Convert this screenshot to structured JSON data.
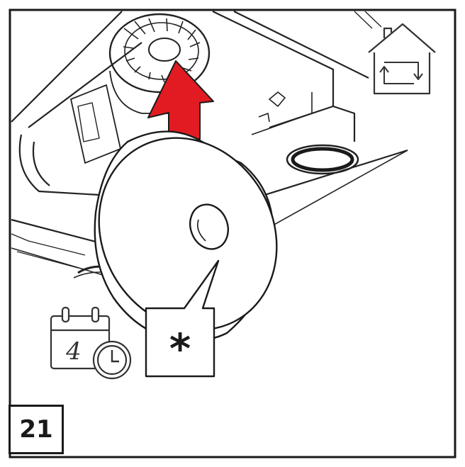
{
  "step": {
    "number": "21"
  },
  "note": {
    "symbol": "*"
  },
  "calendar": {
    "months": "4"
  },
  "icons": {
    "house": "house-recirculation-icon",
    "calendar": "calendar-icon",
    "clock": "clock-icon",
    "arrow": "red-up-arrow-icon",
    "filter": "charcoal-filter-ring"
  },
  "colors": {
    "arrow": "#e21b23",
    "line": "#1a1a1a",
    "frame": "#1a1a1a"
  }
}
